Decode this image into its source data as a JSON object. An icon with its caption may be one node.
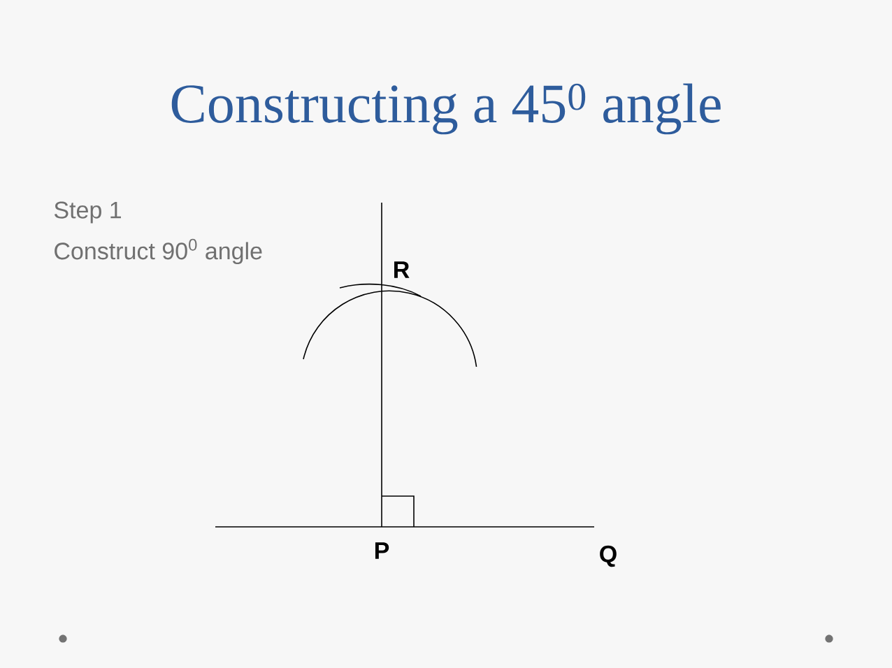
{
  "diagram": {
    "title": "Constructing a 45$^{0}$ angle",
    "labels": [
      "Step 1",
      "Construct 90$^{0}$ angle",
      "R",
      "P",
      "Q"
    ]
  }
}
